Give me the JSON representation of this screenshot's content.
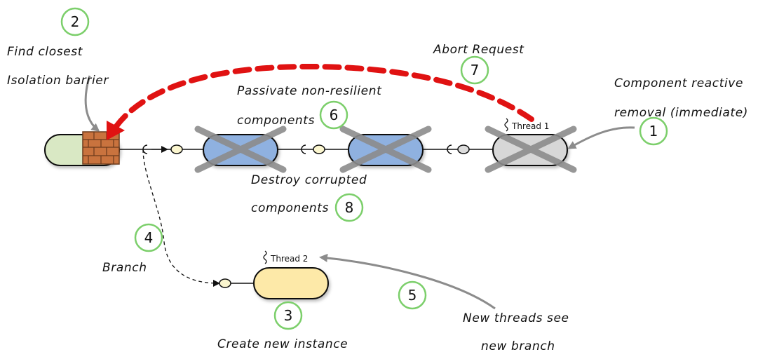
{
  "labels": {
    "find_closest": "Find closest",
    "isolation_barrier": "Isolation barrier",
    "abort_request": "Abort Request",
    "passivate": "Passivate non-resilient",
    "components_passivate": "components",
    "component_reactive": "Component reactive",
    "removal_immediate": "removal (immediate)",
    "destroy_corrupted": "Destroy corrupted",
    "components_destroy": "components",
    "branch": "Branch",
    "create_new_instance": "Create new instance",
    "new_threads_see": "New threads see",
    "new_branch": "new branch",
    "thread1": "Thread 1",
    "thread2": "Thread 2"
  },
  "steps": [
    "1",
    "2",
    "3",
    "4",
    "5",
    "6",
    "7",
    "8"
  ],
  "colors": {
    "green_node": "#d9e8c4",
    "blue_node": "#8fb1e0",
    "gray_node": "#d7d7d7",
    "yellow_node": "#fde9a8",
    "socket_fill": "#fbf6cf",
    "abort_red": "#e01212",
    "cross_gray": "#8c8c8c",
    "badge_ring": "#7ccf6b",
    "brick": "#c9733e"
  }
}
